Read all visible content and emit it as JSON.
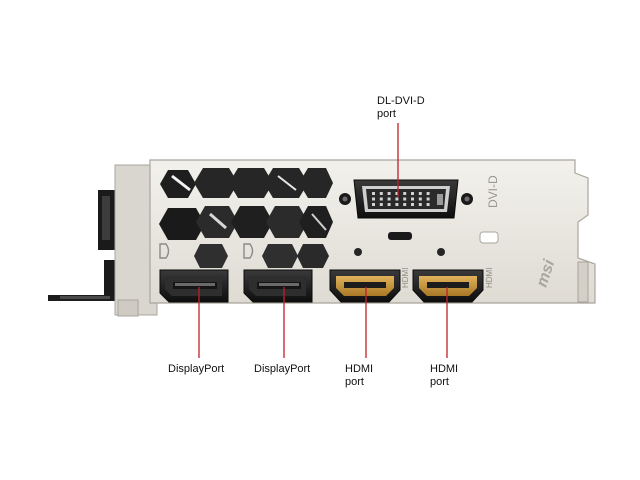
{
  "diagram": {
    "labels": {
      "dvi": "DL-DVI-D\nport",
      "dp1": "DisplayPort",
      "dp2": "DisplayPort",
      "hdmi1": "HDMI\nport",
      "hdmi2": "HDMI\nport"
    },
    "bracket_markings": {
      "dvi_d": "DVI-D",
      "hdmi_left": "HDMI",
      "hdmi_right": "HDMI",
      "brand": "msi"
    },
    "colors": {
      "callout_line": "#c0202a",
      "bracket": "#eceae4",
      "port_shell": "#151515"
    }
  }
}
